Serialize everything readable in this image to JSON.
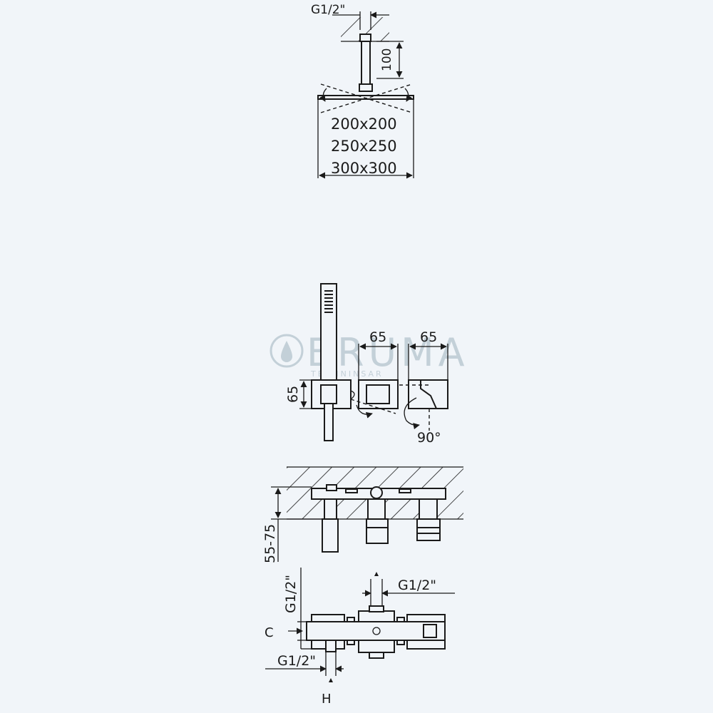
{
  "colors": {
    "background": "#f1f5f9",
    "line": "#1a1a1a",
    "watermark": "#c3d0d8"
  },
  "watermark": {
    "brand": "BRUMA",
    "tagline": "TECHNINSAR"
  },
  "shower_head": {
    "thread_label": "G1/2\"",
    "arm_length_label": "100",
    "sizes": [
      "200x200",
      "250x250",
      "300x300"
    ]
  },
  "hand_shower": {
    "height_label": "65",
    "width_label_1": "65",
    "width_label_2": "65",
    "angle_label": "90°"
  },
  "wall_section": {
    "depth_label": "55-75"
  },
  "body_plan": {
    "thread_vertical": "G1/2\"",
    "thread_right": "G1/2\"",
    "thread_bottom": "G1/2\"",
    "label_c": "C",
    "label_h": "H"
  }
}
